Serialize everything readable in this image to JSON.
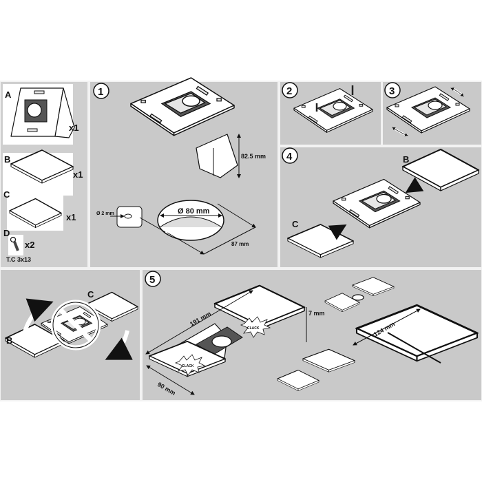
{
  "parts": {
    "a": {
      "label": "A",
      "qty": "x1"
    },
    "b": {
      "label": "B",
      "qty": "x1"
    },
    "c": {
      "label": "C",
      "qty": "x1"
    },
    "d": {
      "label": "D",
      "qty": "x2",
      "spec": "T.C 3x13"
    }
  },
  "step1": {
    "number": "1",
    "height": "82.5 mm",
    "hole_diameter": "Ø 80 mm",
    "pin_diameter": "Ø 2 mm",
    "depth": "87 mm"
  },
  "step2": {
    "number": "2"
  },
  "step3": {
    "number": "3"
  },
  "step4": {
    "number": "4",
    "label_b": "B",
    "label_c": "C"
  },
  "warning": {
    "label_b": "B",
    "label_c": "C"
  },
  "step5": {
    "number": "5",
    "length": "191 mm",
    "width": "90 mm",
    "thickness": "7 mm",
    "cover_length": "124 mm",
    "sound": "CLACK"
  }
}
